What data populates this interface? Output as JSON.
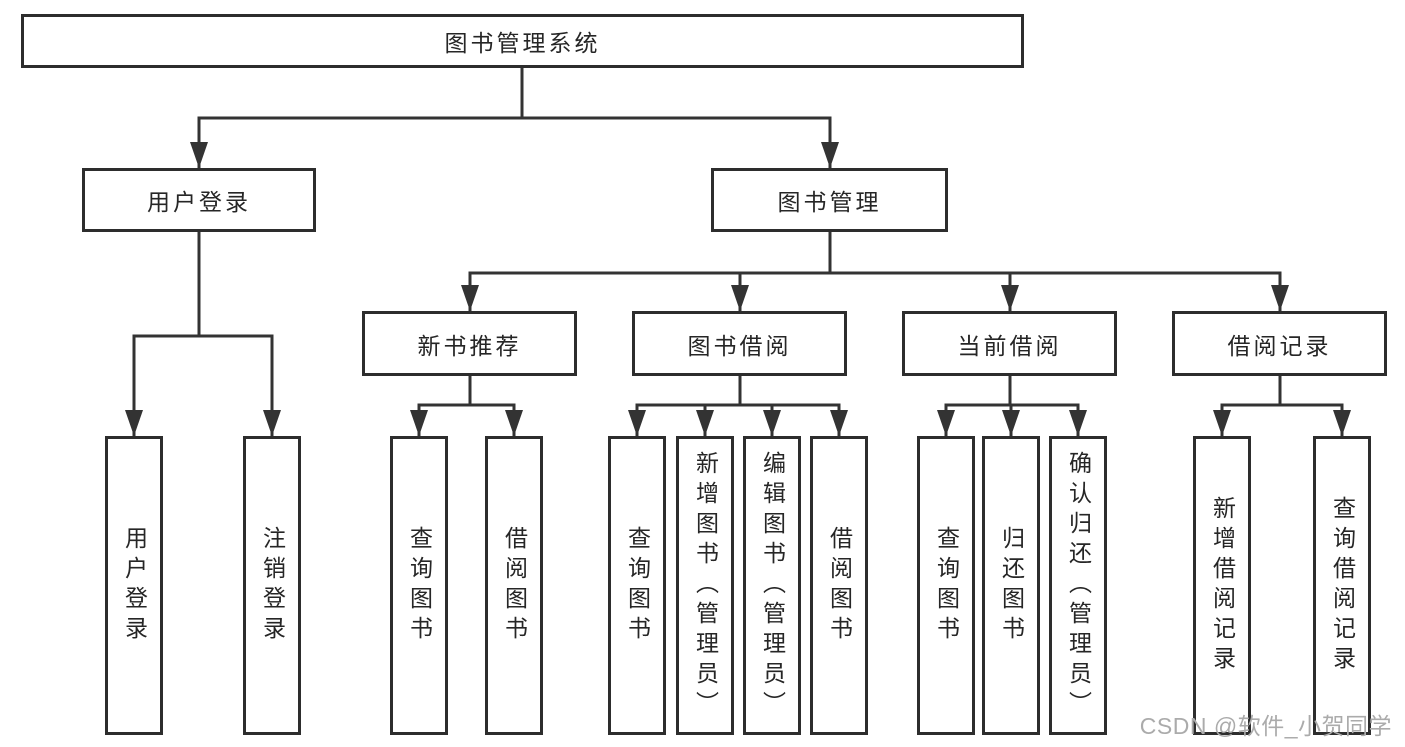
{
  "diagram": {
    "type": "tree",
    "tree": {
      "root": {
        "label": "图书管理系统",
        "children": [
          {
            "label": "用户登录",
            "children": [
              {
                "label": "用户登录"
              },
              {
                "label": "注销登录"
              }
            ]
          },
          {
            "label": "图书管理",
            "children": [
              {
                "label": "新书推荐",
                "children": [
                  {
                    "label": "查询图书"
                  },
                  {
                    "label": "借阅图书"
                  }
                ]
              },
              {
                "label": "图书借阅",
                "children": [
                  {
                    "label": "查询图书"
                  },
                  {
                    "label": "新增图书（管理员）"
                  },
                  {
                    "label": "编辑图书（管理员）"
                  },
                  {
                    "label": "借阅图书"
                  }
                ]
              },
              {
                "label": "当前借阅",
                "children": [
                  {
                    "label": "查询图书"
                  },
                  {
                    "label": "归还图书"
                  },
                  {
                    "label": "确认归还（管理员）"
                  }
                ]
              },
              {
                "label": "借阅记录",
                "children": [
                  {
                    "label": "新增借阅记录"
                  },
                  {
                    "label": "查询借阅记录"
                  }
                ]
              }
            ]
          }
        ]
      }
    },
    "colors": {
      "line": "#333333",
      "box_border": "#2d2d2d",
      "text": "#262626",
      "background": "#ffffff"
    }
  },
  "watermark": {
    "text": "CSDN @软件_小贺同学",
    "color": "#ababab"
  }
}
